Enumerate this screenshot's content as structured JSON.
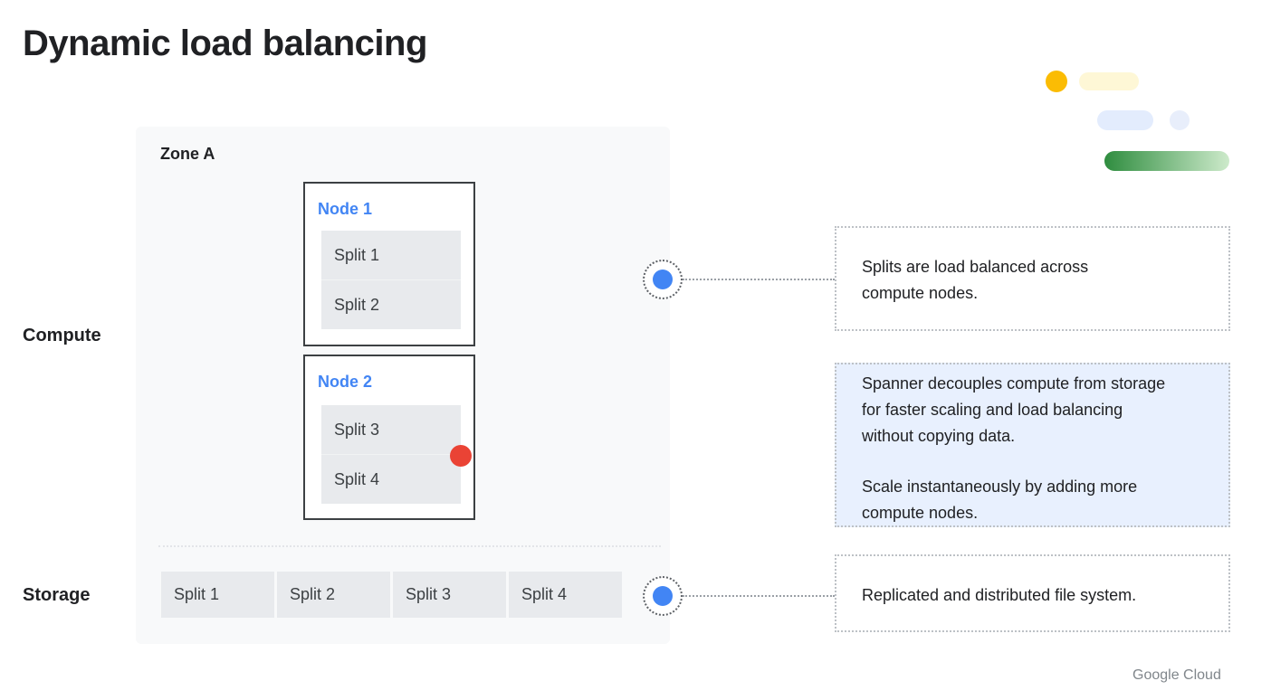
{
  "slide": {
    "title": "Dynamic load balancing",
    "footer": "Google Cloud"
  },
  "diagram": {
    "zone_label": "Zone A",
    "compute_label": "Compute",
    "storage_label": "Storage",
    "nodes": [
      {
        "title": "Node 1",
        "splits": [
          "Split 1",
          "Split 2"
        ]
      },
      {
        "title": "Node 2",
        "splits": [
          "Split 3",
          "Split 4"
        ]
      }
    ],
    "storage_splits": [
      "Split 1",
      "Split 2",
      "Split 3",
      "Split 4"
    ]
  },
  "callouts": {
    "load_balanced": "Splits are load balanced across compute nodes.",
    "decouples": "Spanner decouples compute from storage for faster scaling and load balancing without copying data.",
    "scale": "Scale instantaneously by adding more compute nodes.",
    "storage": "Replicated and distributed file system."
  },
  "colors": {
    "node_title": "#4285f4",
    "marker_blue": "#4285f4",
    "hot_split_dot": "#ea4335",
    "highlight_callout_bg": "#e8f0fe",
    "deco_yellow": "#fbbc04",
    "deco_green": "#34a853"
  }
}
